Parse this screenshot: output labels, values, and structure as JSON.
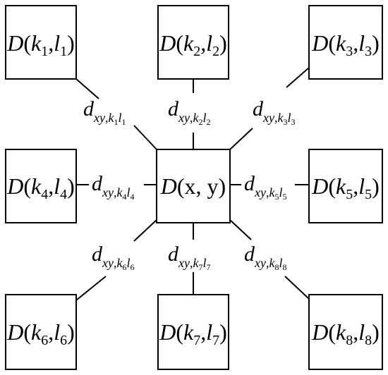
{
  "center": {
    "func": "D",
    "args": "(x, y)"
  },
  "nodes": [
    {
      "id": "1",
      "func": "D",
      "k": "k",
      "k_sub": "1",
      "l": "l",
      "l_sub": "1"
    },
    {
      "id": "2",
      "func": "D",
      "k": "k",
      "k_sub": "2",
      "l": "l",
      "l_sub": "2"
    },
    {
      "id": "3",
      "func": "D",
      "k": "k",
      "k_sub": "3",
      "l": "l",
      "l_sub": "3"
    },
    {
      "id": "4",
      "func": "D",
      "k": "k",
      "k_sub": "4",
      "l": "l",
      "l_sub": "4"
    },
    {
      "id": "5",
      "func": "D",
      "k": "k",
      "k_sub": "5",
      "l": "l",
      "l_sub": "5"
    },
    {
      "id": "6",
      "func": "D",
      "k": "k",
      "k_sub": "6",
      "l": "l",
      "l_sub": "6"
    },
    {
      "id": "7",
      "func": "D",
      "k": "k",
      "k_sub": "7",
      "l": "l",
      "l_sub": "7"
    },
    {
      "id": "8",
      "func": "D",
      "k": "k",
      "k_sub": "8",
      "l": "l",
      "l_sub": "8"
    }
  ],
  "edges": [
    {
      "base": "d",
      "sub_xy": "xy",
      "sub_k": "k",
      "k_index": "1",
      "sub_l": "l",
      "l_index": "1"
    },
    {
      "base": "d",
      "sub_xy": "xy",
      "sub_k": "k",
      "k_index": "2",
      "sub_l": "l",
      "l_index": "2"
    },
    {
      "base": "d",
      "sub_xy": "xy",
      "sub_k": "k",
      "k_index": "3",
      "sub_l": "l",
      "l_index": "3"
    },
    {
      "base": "d",
      "sub_xy": "xy",
      "sub_k": "k",
      "k_index": "4",
      "sub_l": "l",
      "l_index": "4"
    },
    {
      "base": "d",
      "sub_xy": "xy",
      "sub_k": "k",
      "k_index": "5",
      "sub_l": "l",
      "l_index": "5"
    },
    {
      "base": "d",
      "sub_xy": "xy",
      "sub_k": "k",
      "k_index": "6",
      "sub_l": "l",
      "l_index": "6"
    },
    {
      "base": "d",
      "sub_xy": "xy",
      "sub_k": "k",
      "k_index": "7",
      "sub_l": "l",
      "l_index": "7"
    },
    {
      "base": "d",
      "sub_xy": "xy",
      "sub_k": "k",
      "k_index": "8",
      "sub_l": "l",
      "l_index": "8"
    }
  ]
}
